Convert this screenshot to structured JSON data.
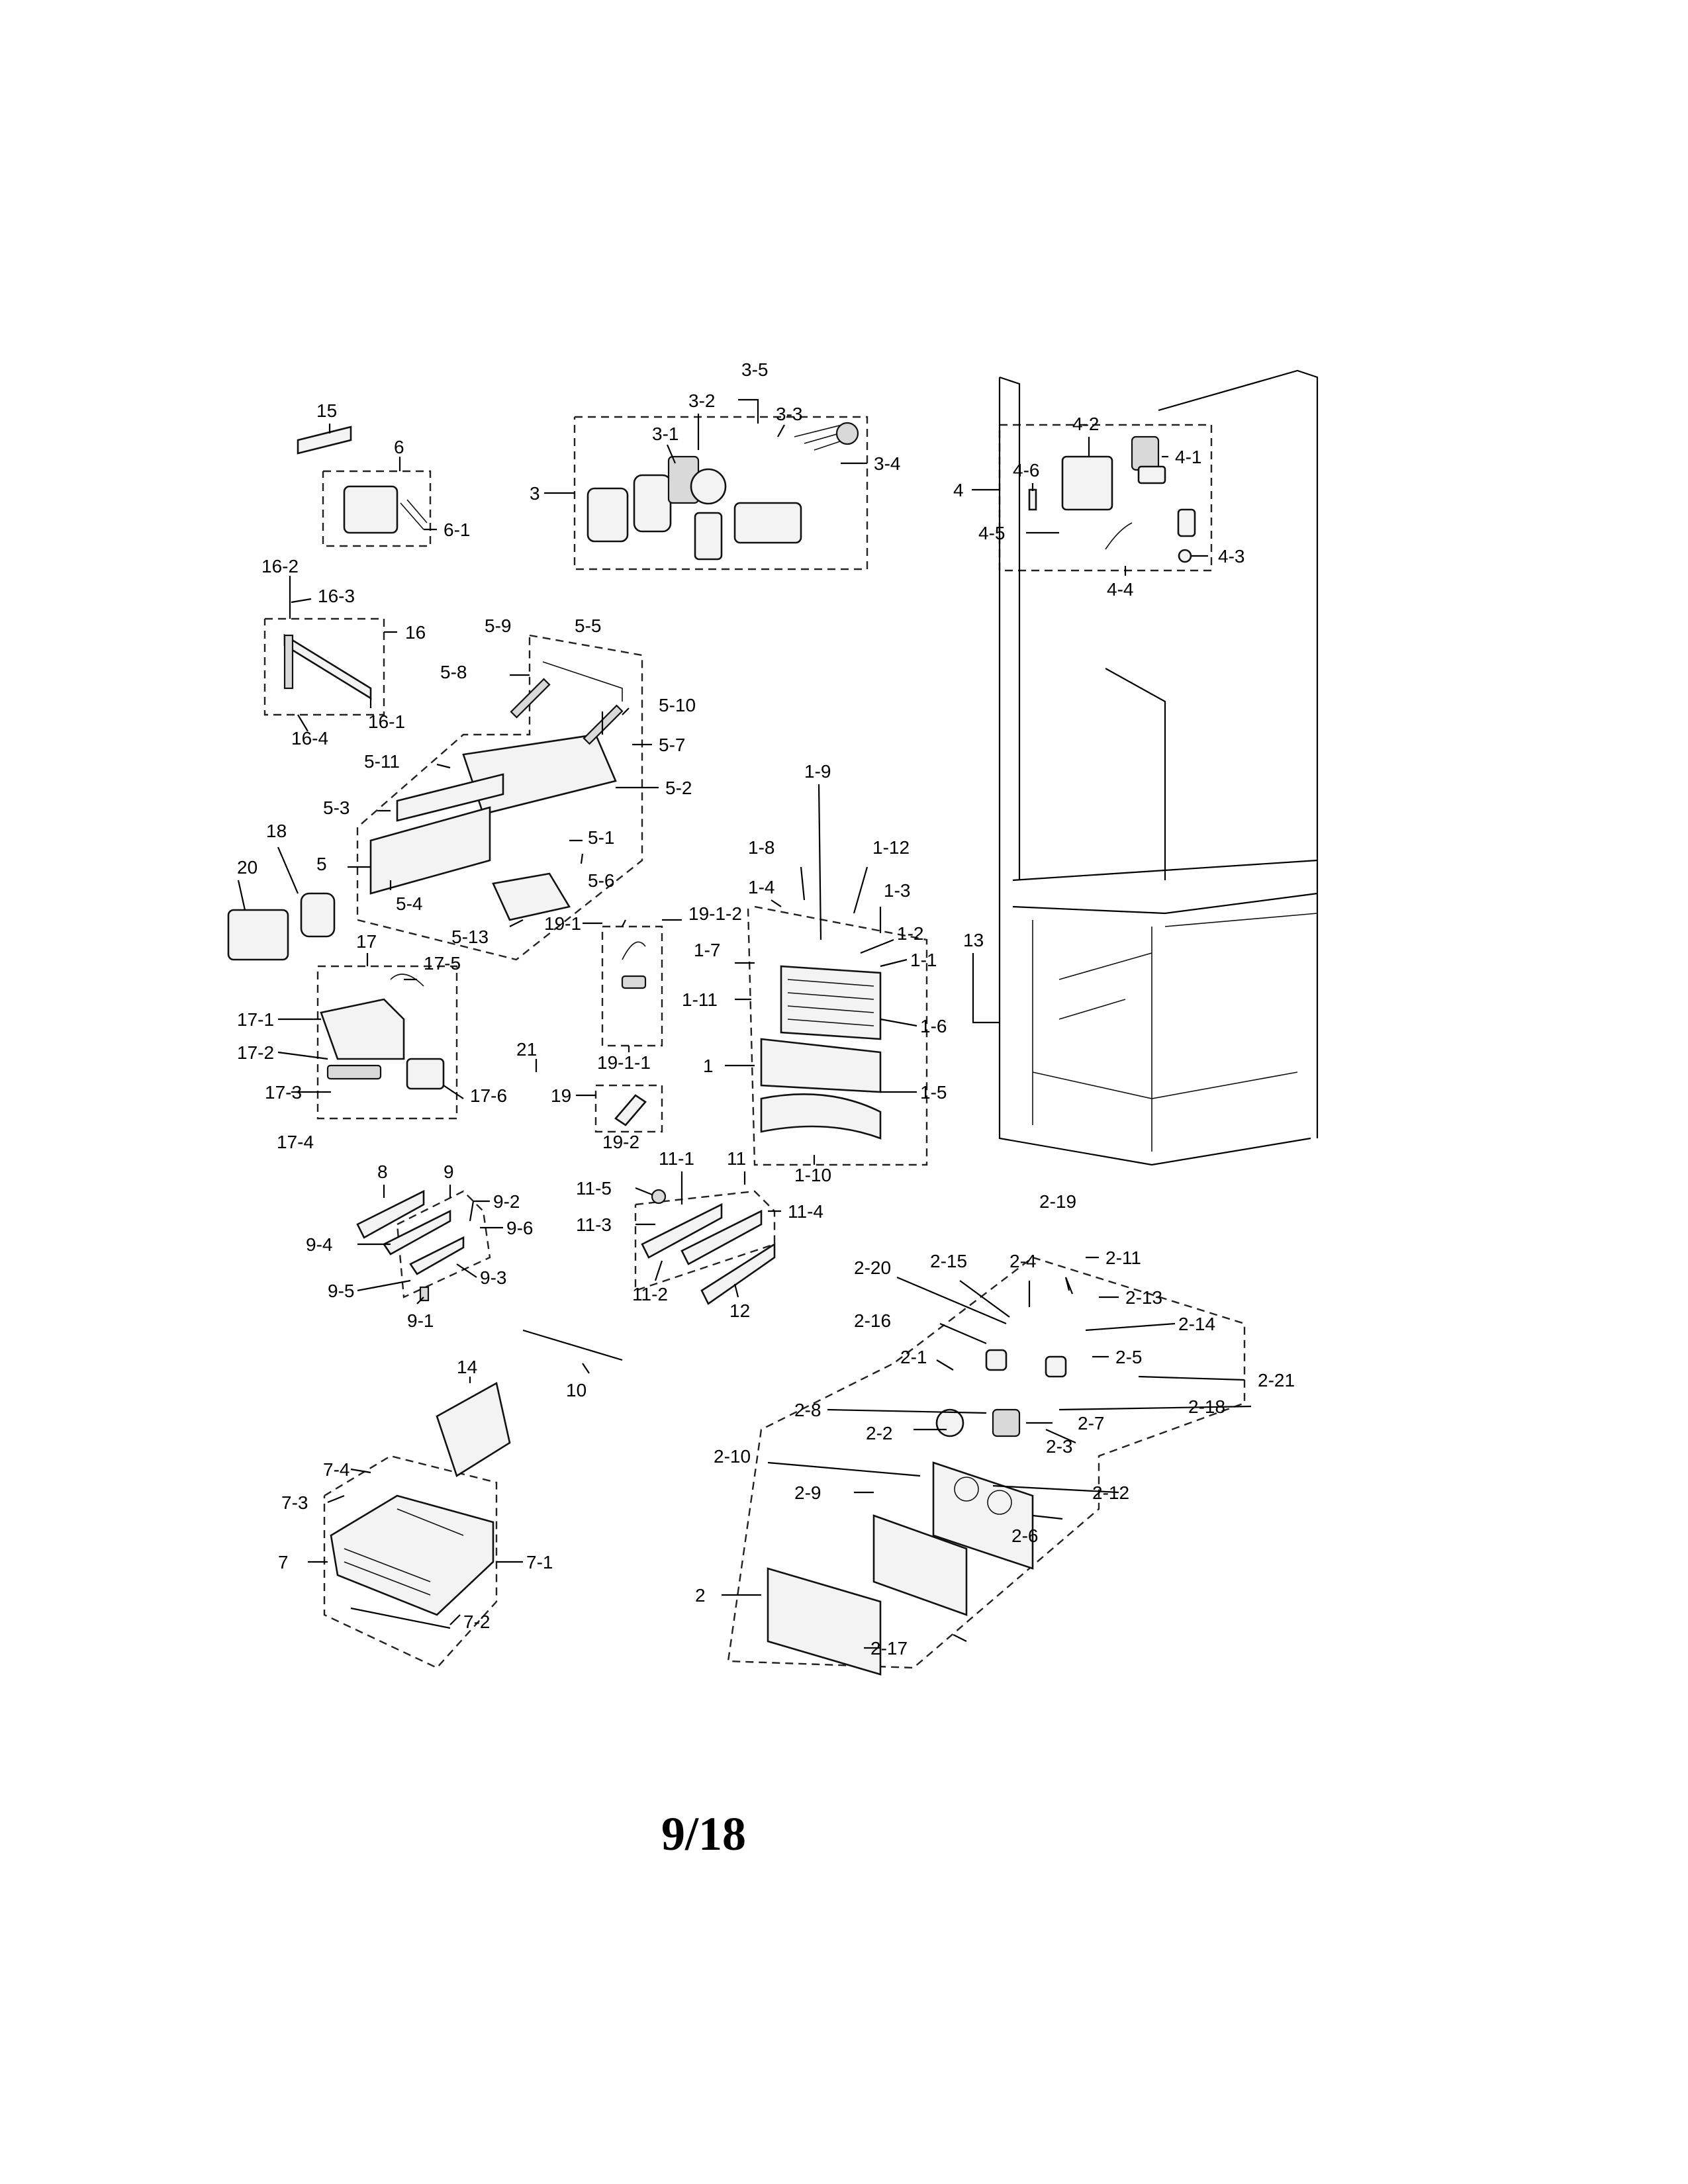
{
  "page_number": "9/18",
  "callouts": [
    "1",
    "1-1",
    "1-2",
    "1-3",
    "1-4",
    "1-5",
    "1-6",
    "1-7",
    "1-8",
    "1-9",
    "1-10",
    "1-11",
    "1-12",
    "2",
    "2-1",
    "2-2",
    "2-3",
    "2-4",
    "2-5",
    "2-6",
    "2-7",
    "2-8",
    "2-9",
    "2-10",
    "2-11",
    "2-12",
    "2-13",
    "2-14",
    "2-15",
    "2-16",
    "2-17",
    "2-18",
    "2-19",
    "2-20",
    "2-21",
    "3",
    "3-1",
    "3-2",
    "3-3",
    "3-4",
    "3-5",
    "4",
    "4-1",
    "4-2",
    "4-3",
    "4-4",
    "4-5",
    "4-6",
    "5",
    "5-1",
    "5-2",
    "5-3",
    "5-4",
    "5-5",
    "5-6",
    "5-7",
    "5-8",
    "5-9",
    "5-10",
    "5-11",
    "5-13",
    "6",
    "6-1",
    "7",
    "7-1",
    "7-2",
    "7-3",
    "7-4",
    "8",
    "9",
    "9-1",
    "9-2",
    "9-3",
    "9-4",
    "9-5",
    "9-6",
    "10",
    "11",
    "11-1",
    "11-2",
    "11-3",
    "11-4",
    "11-5",
    "12",
    "13",
    "14",
    "15",
    "16",
    "16-1",
    "16-2",
    "16-3",
    "16-4",
    "17",
    "17-1",
    "17-2",
    "17-3",
    "17-4",
    "17-5",
    "17-6",
    "18",
    "19",
    "19-1",
    "19-1-1",
    "19-1-2",
    "19-2",
    "20",
    "21"
  ]
}
